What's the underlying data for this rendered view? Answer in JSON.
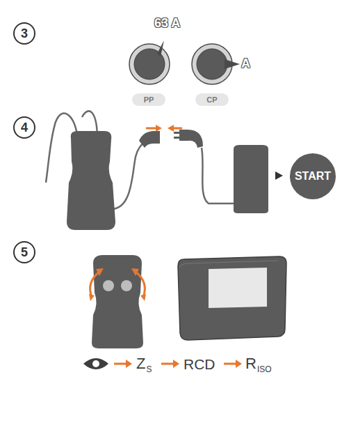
{
  "diagram": {
    "nodes": [
      {
        "text": [
          "3"
        ]
      },
      {
        "text": [
          "PP"
        ]
      },
      {
        "text": [
          "CP"
        ]
      },
      {
        "text": [
          "4"
        ]
      },
      {
        "text": [
          "START"
        ]
      },
      {
        "text": [
          "5"
        ]
      }
    ],
    "labels": [
      "63 A",
      "A",
      "Z",
      "S",
      "RCD",
      "R",
      "ISO"
    ]
  }
}
